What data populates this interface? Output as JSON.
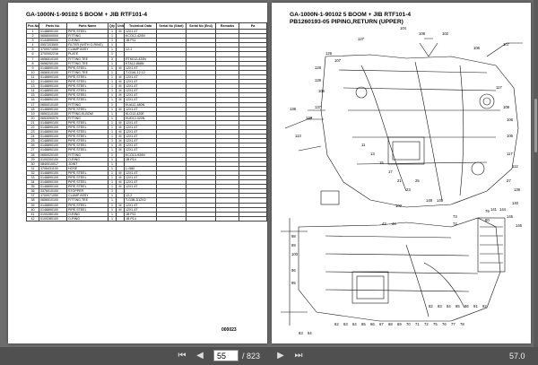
{
  "left_page": {
    "title": "GA-1000N-1-90102 5 BOOM + JIB RTF101-4",
    "headers": [
      "Pos No.",
      "Parts No.",
      "Parts Name",
      "Qty",
      "Unit",
      "Technical Data",
      "Serial No (Start)",
      "Serial No (End)",
      "Remarks",
      "Pa"
    ],
    "rows": [
      [
        "1",
        "0148890100",
        "PIPE,STEEL",
        "1",
        "M",
        "12X1.4T"
      ],
      [
        "2",
        "0658000000",
        "FITTING",
        "1",
        "",
        "KCO12-420N"
      ],
      [
        "3",
        "0144895000",
        "O-RING",
        "1",
        "",
        "1B P11"
      ],
      [
        "4",
        "0557203500",
        "FILTER (WITH O-RING)",
        "1",
        "",
        ""
      ],
      [
        "5",
        "3700071050",
        "CLAMP ASSY",
        "1",
        "",
        "12-1"
      ],
      [
        "6",
        "3700002216",
        "PLATE",
        "1",
        "",
        ""
      ],
      [
        "7",
        "0656510100",
        "FITTING,TEE",
        "3",
        "",
        "RTK012-420N"
      ],
      [
        "8",
        "0658250100",
        "FITTING,TEE",
        "1",
        "",
        "KTA12-868N"
      ],
      [
        "9",
        "0148890100",
        "PIPE,STEEL",
        "1",
        "M",
        "12X1.4T"
      ],
      [
        "10",
        "0656510100",
        "FITTING,TEE",
        "1",
        "",
        "T-G1IA-12-12"
      ],
      [
        "11",
        "0148890100",
        "PIPE,STEEL",
        "1",
        "M",
        "12X1.4T"
      ],
      [
        "12",
        "0148890100",
        "PIPE,STEEL",
        "1",
        "M",
        "12X1.4T"
      ],
      [
        "13",
        "0148890100",
        "PIPE,STEEL",
        "1",
        "M",
        "12X1.4T"
      ],
      [
        "14",
        "0148890100",
        "PIPE,STEEL",
        "1",
        "M",
        "12X1.4T"
      ],
      [
        "15",
        "0148890100",
        "PIPE,STEEL",
        "1",
        "M",
        "12X1.4T"
      ],
      [
        "16",
        "0148890100",
        "PIPE,STEEL",
        "1",
        "M",
        "12X1.4T"
      ],
      [
        "17",
        "0650010100",
        "FITTING",
        "1",
        "",
        "KUA12-480N"
      ],
      [
        "18",
        "0148890100",
        "PIPE,STEEL",
        "1",
        "M",
        "12X1.4T"
      ],
      [
        "19",
        "0650310100",
        "FITTING,ELBOW",
        "1",
        "",
        "KLO12-420E"
      ],
      [
        "20",
        "0653090070",
        "FITTING",
        "1",
        "",
        "KUD12-420N"
      ],
      [
        "21",
        "0148890100",
        "PIPE,STEEL",
        "1",
        "M",
        "12X1.4T"
      ],
      [
        "22",
        "0148890100",
        "PIPE,STEEL",
        "1",
        "M",
        "12X1.4T"
      ],
      [
        "23",
        "0148890100",
        "PIPE,STEEL",
        "1",
        "M",
        "12X1.4T"
      ],
      [
        "24",
        "0148890100",
        "PIPE,STEEL",
        "1",
        "M",
        "12X1.4T"
      ],
      [
        "25",
        "0148890100",
        "PIPE,STEEL",
        "1",
        "M",
        "12X1.4T"
      ],
      [
        "26",
        "0148890100",
        "PIPE,STEEL",
        "1",
        "M",
        "12X1.4T"
      ],
      [
        "27",
        "0148890100",
        "PIPE,STEEL",
        "1",
        "M",
        "12X1.4T"
      ],
      [
        "28",
        "0650020100",
        "FITTING",
        "1",
        "",
        "KCO13-930N"
      ],
      [
        "29",
        "0100200100",
        "O-RING",
        "1",
        "",
        "1B P14"
      ],
      [
        "30",
        "0840010017",
        "JOINT",
        "1",
        "",
        ""
      ],
      [
        "31",
        "3706431100",
        "HOSE",
        "1",
        "",
        "L=580"
      ],
      [
        "32",
        "0148890100",
        "PIPE,STEEL",
        "1",
        "M",
        "12X1.4T"
      ],
      [
        "33",
        "0148890100",
        "PIPE,STEEL",
        "1",
        "M",
        "12X1.4T"
      ],
      [
        "34",
        "0148890100",
        "PIPE,STEEL",
        "1",
        "M",
        "12X1.4T"
      ],
      [
        "35",
        "0148890100",
        "PIPE,STEEL",
        "1",
        "M",
        "12X1.4T"
      ],
      [
        "36",
        "3376010100",
        "STOPPER",
        "1",
        "",
        ""
      ],
      [
        "37",
        "3700071050",
        "CLAMP ASSY",
        "1",
        "",
        "12-2"
      ],
      [
        "38",
        "0656510100",
        "FITTING,TEE",
        "1",
        "",
        "T-G3B-D12X2"
      ],
      [
        "39",
        "0148890100",
        "PIPE,STEEL",
        "1",
        "M",
        "12X1.4T"
      ],
      [
        "40",
        "0148890100",
        "PIPE,STEEL",
        "1",
        "M",
        "12X1.4T"
      ],
      [
        "41",
        "0100280100",
        "O-RING",
        "1",
        "",
        "1B P11"
      ],
      [
        "42",
        "0100280100",
        "O-RING",
        "1",
        "",
        "1B P14"
      ]
    ],
    "page_code": "000023"
  },
  "right_page": {
    "title_line1": "GA-1000N-1-90102 5 BOOM + JIB RTF101-4",
    "title_line2": "PB1260193-05 PIPING,RETURN (UPPER)",
    "callouts": [
      "104",
      "108",
      "102",
      "127",
      "106",
      "107",
      "129",
      "107",
      "128",
      "128",
      "105",
      "117",
      "137",
      "138",
      "143",
      "109",
      "106",
      "106",
      "113",
      "117",
      "112",
      "148",
      "149",
      "102",
      "73",
      "74",
      "43",
      "44",
      "98",
      "99",
      "100",
      "79",
      "80",
      "96",
      "95",
      "62",
      "63",
      "64",
      "65",
      "66",
      "67",
      "68",
      "69",
      "70",
      "71",
      "72",
      "75",
      "76",
      "77",
      "78",
      "82",
      "83",
      "84",
      "85",
      "86",
      "91",
      "92",
      "93",
      "94",
      "11",
      "13",
      "15",
      "17",
      "21",
      "23",
      "25",
      "27",
      "139",
      "140",
      "141",
      "144",
      "145",
      "146",
      "147"
    ]
  },
  "toolbar": {
    "current_page": "55",
    "total_pages": "/ 823",
    "zoom": "57.0",
    "first_icon": "first-page-icon",
    "prev_icon": "prev-page-icon",
    "next_icon": "next-page-icon",
    "last_icon": "last-page-icon"
  }
}
